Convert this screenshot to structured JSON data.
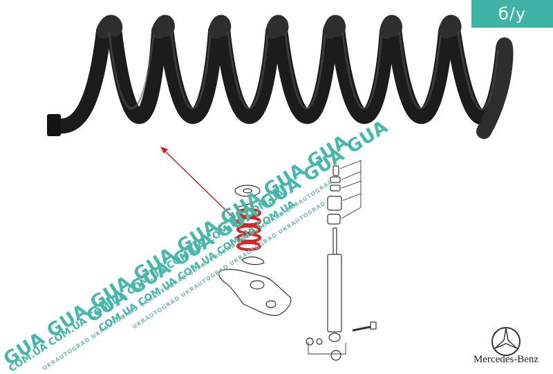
{
  "badge": {
    "text": "б/у",
    "color": "#3fb3a5"
  },
  "brand": {
    "name": "Mercedes-Benz",
    "logo_icon": "mercedes-star-icon"
  },
  "watermark": {
    "main": "GUA",
    "domain": "COM.UA",
    "sub": "UKRAUTOGRAD",
    "color": "#45b8a9"
  },
  "diagram": {
    "highlight_color": "#e02020",
    "pointer_color": "#d42020"
  }
}
